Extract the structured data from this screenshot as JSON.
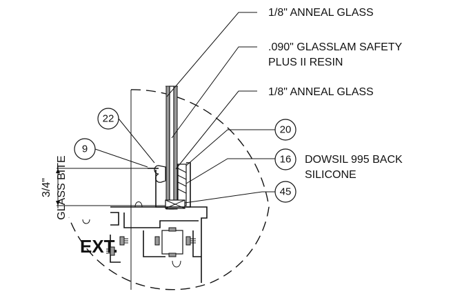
{
  "callouts": {
    "glass_outer": "1/8\" ANNEAL GLASS",
    "interlayer_line1": ".090\" GLASSLAM SAFETY",
    "interlayer_line2": "PLUS II RESIN",
    "glass_inner": "1/8\" ANNEAL GLASS",
    "silicone_line1": "DOWSIL 995 BACK",
    "silicone_line2": "SILICONE"
  },
  "tags": {
    "t22": "22",
    "t9": "9",
    "t20": "20",
    "t16": "16",
    "t45": "45"
  },
  "dimension": {
    "value": "3/4\"",
    "label": "GLASS BITE"
  },
  "side_label": "EXT."
}
